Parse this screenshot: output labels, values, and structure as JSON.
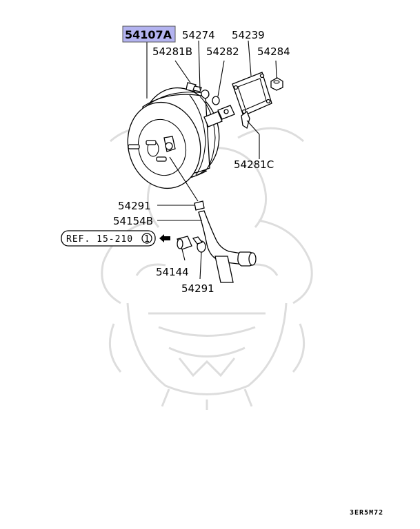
{
  "diagram": {
    "selected_part": "54107A",
    "labels": {
      "p54107A": "54107A",
      "p54274": "54274",
      "p54239": "54239",
      "p54281B": "54281B",
      "p54282": "54282",
      "p54284": "54284",
      "p54281C": "54281C",
      "p54291_top": "54291",
      "p54154B": "54154B",
      "p54144": "54144",
      "p54291_bottom": "54291"
    },
    "reference": {
      "text": "REF. 15-210",
      "circled_number": "1"
    },
    "figure_code": "3ER5M72",
    "highlight_color": "#b3b3f0",
    "watermark": "samurai-helmet-logo"
  }
}
